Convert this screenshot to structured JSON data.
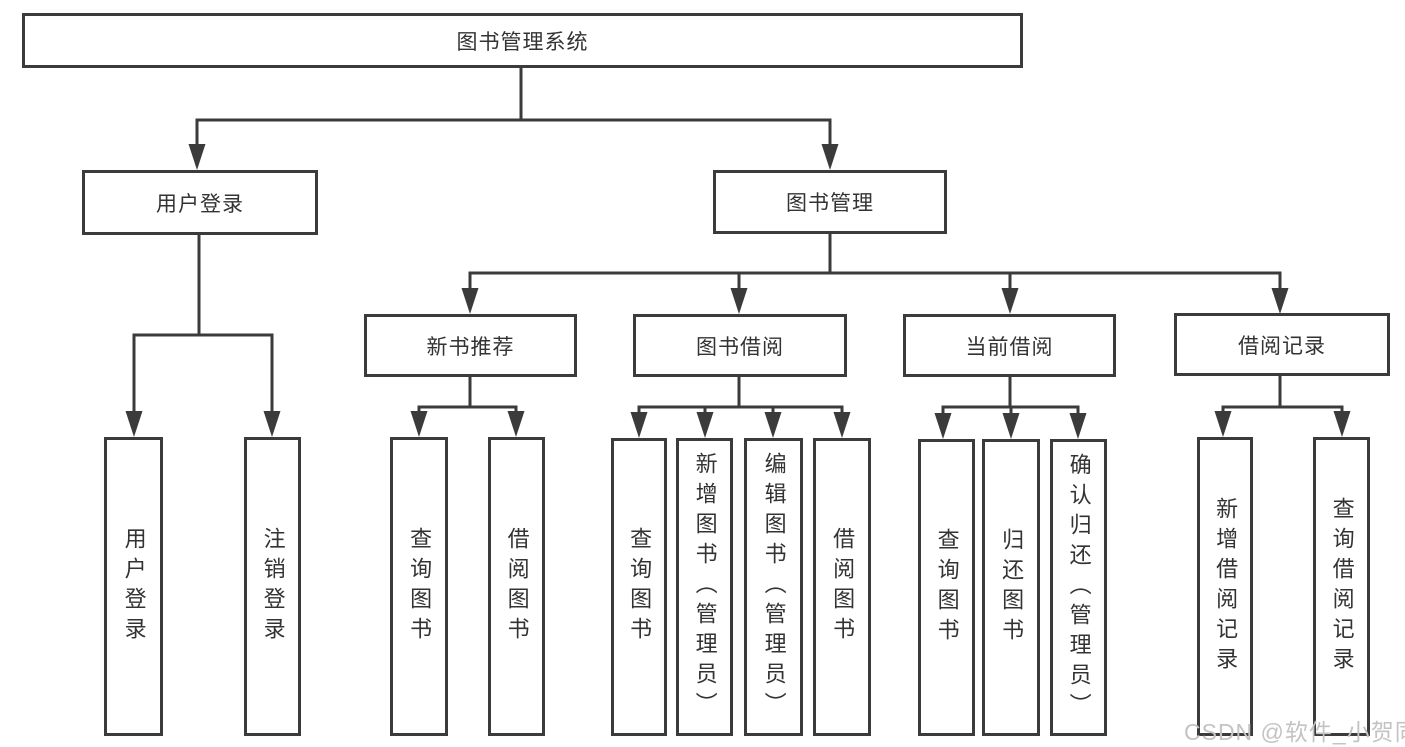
{
  "diagram": {
    "root": {
      "label": "图书管理系统"
    },
    "level2": {
      "user_login": {
        "label": "用户登录"
      },
      "book_management": {
        "label": "图书管理"
      }
    },
    "level3": {
      "new_book_recommend": {
        "label": "新书推荐"
      },
      "book_borrow": {
        "label": "图书借阅"
      },
      "current_borrow": {
        "label": "当前借阅"
      },
      "borrow_records": {
        "label": "借阅记录"
      }
    },
    "leaves": {
      "user": [
        "用户登录",
        "注销登录"
      ],
      "recommend": [
        "查询图书",
        "借阅图书"
      ],
      "borrow": [
        "查询图书",
        "新增图书（管理员）",
        "编辑图书（管理员）",
        "借阅图书"
      ],
      "current": [
        "查询图书",
        "归还图书",
        "确认归还（管理员）"
      ],
      "records": [
        "新增借阅记录",
        "查询借阅记录"
      ]
    }
  },
  "watermark": "CSDN @软件_小贺同学",
  "colors": {
    "line": "#3b3b3b",
    "text": "#333333",
    "watermark": "#c3c3c3",
    "background": "#ffffff"
  }
}
